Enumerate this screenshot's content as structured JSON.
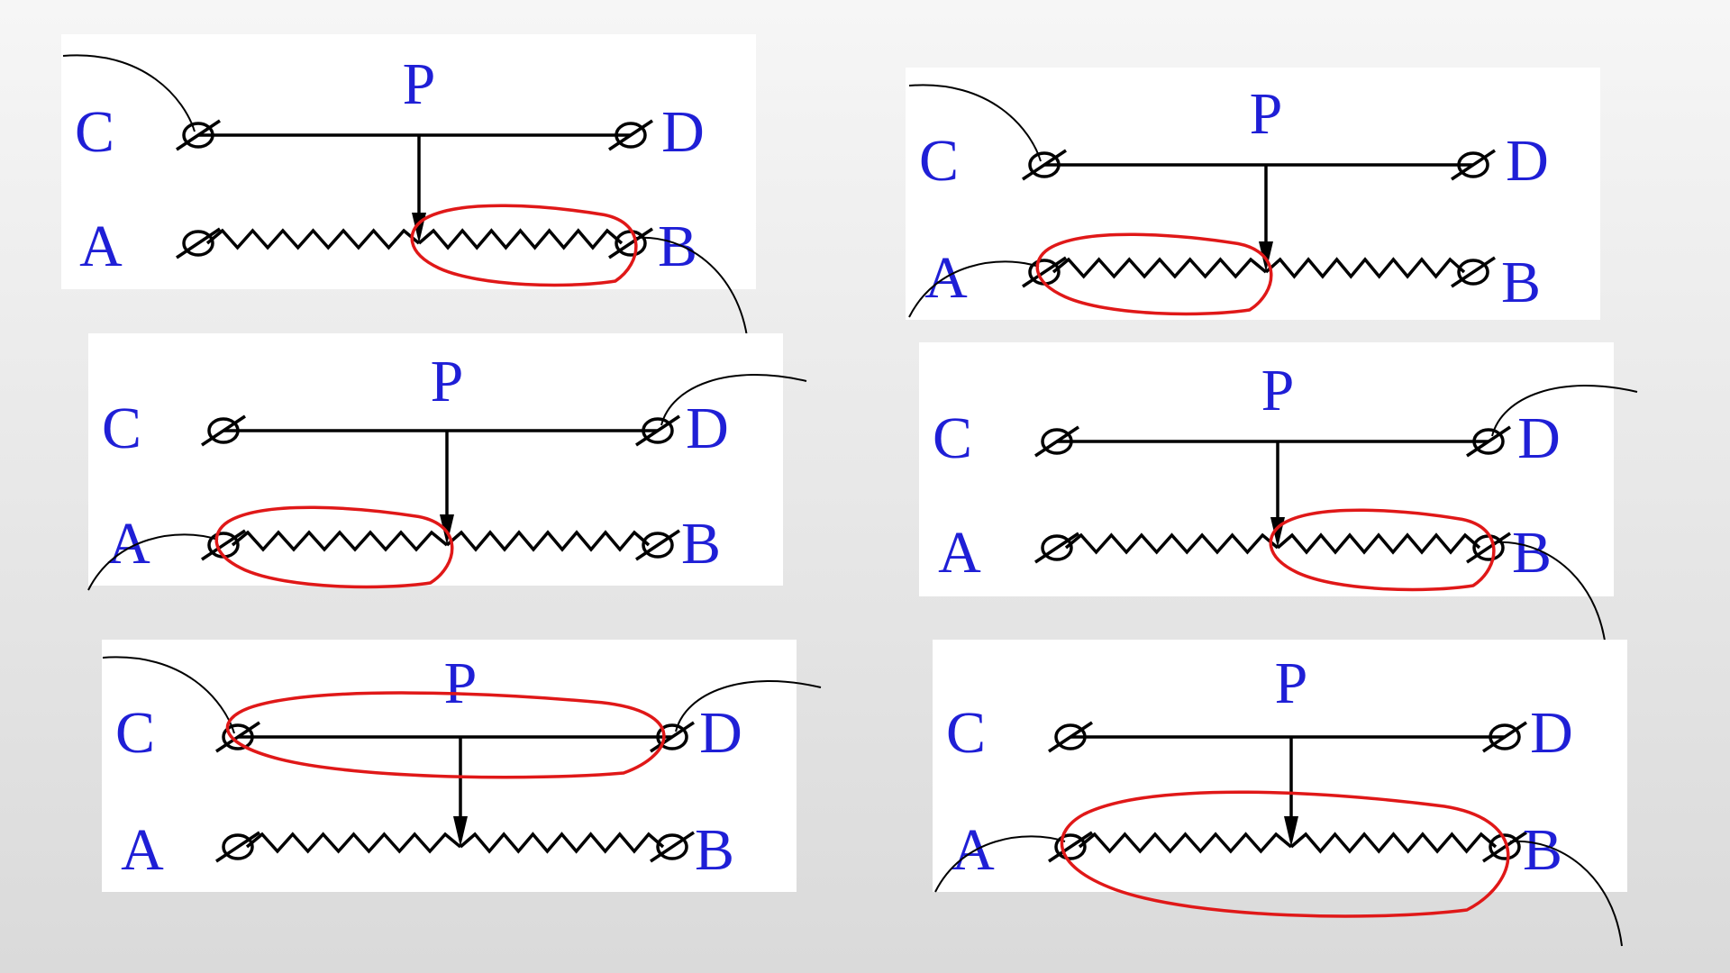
{
  "colors": {
    "label": "#1f1fd6",
    "circuit": "#000000",
    "highlight": "#e01818",
    "panel": "#ffffff"
  },
  "panels": [
    {
      "id": "top-left",
      "labels": {
        "C": "C",
        "D": "D",
        "A": "A",
        "B": "B",
        "P": "P"
      },
      "connected_terminals": [
        "C",
        "B"
      ],
      "highlighted_section": "PB"
    },
    {
      "id": "top-right",
      "labels": {
        "C": "C",
        "D": "D",
        "A": "A",
        "B": "B",
        "P": "P"
      },
      "connected_terminals": [
        "C",
        "A"
      ],
      "highlighted_section": "AP"
    },
    {
      "id": "middle-left",
      "labels": {
        "C": "C",
        "D": "D",
        "A": "A",
        "B": "B",
        "P": "P"
      },
      "connected_terminals": [
        "D",
        "A"
      ],
      "highlighted_section": "AP"
    },
    {
      "id": "middle-right",
      "labels": {
        "C": "C",
        "D": "D",
        "A": "A",
        "B": "B",
        "P": "P"
      },
      "connected_terminals": [
        "D",
        "B"
      ],
      "highlighted_section": "PB"
    },
    {
      "id": "bottom-left",
      "labels": {
        "C": "C",
        "D": "D",
        "A": "A",
        "B": "B",
        "P": "P"
      },
      "connected_terminals": [
        "C",
        "D"
      ],
      "highlighted_section": "CD"
    },
    {
      "id": "bottom-right",
      "labels": {
        "C": "C",
        "D": "D",
        "A": "A",
        "B": "B",
        "P": "P"
      },
      "connected_terminals": [
        "A",
        "B"
      ],
      "highlighted_section": "AB"
    }
  ]
}
